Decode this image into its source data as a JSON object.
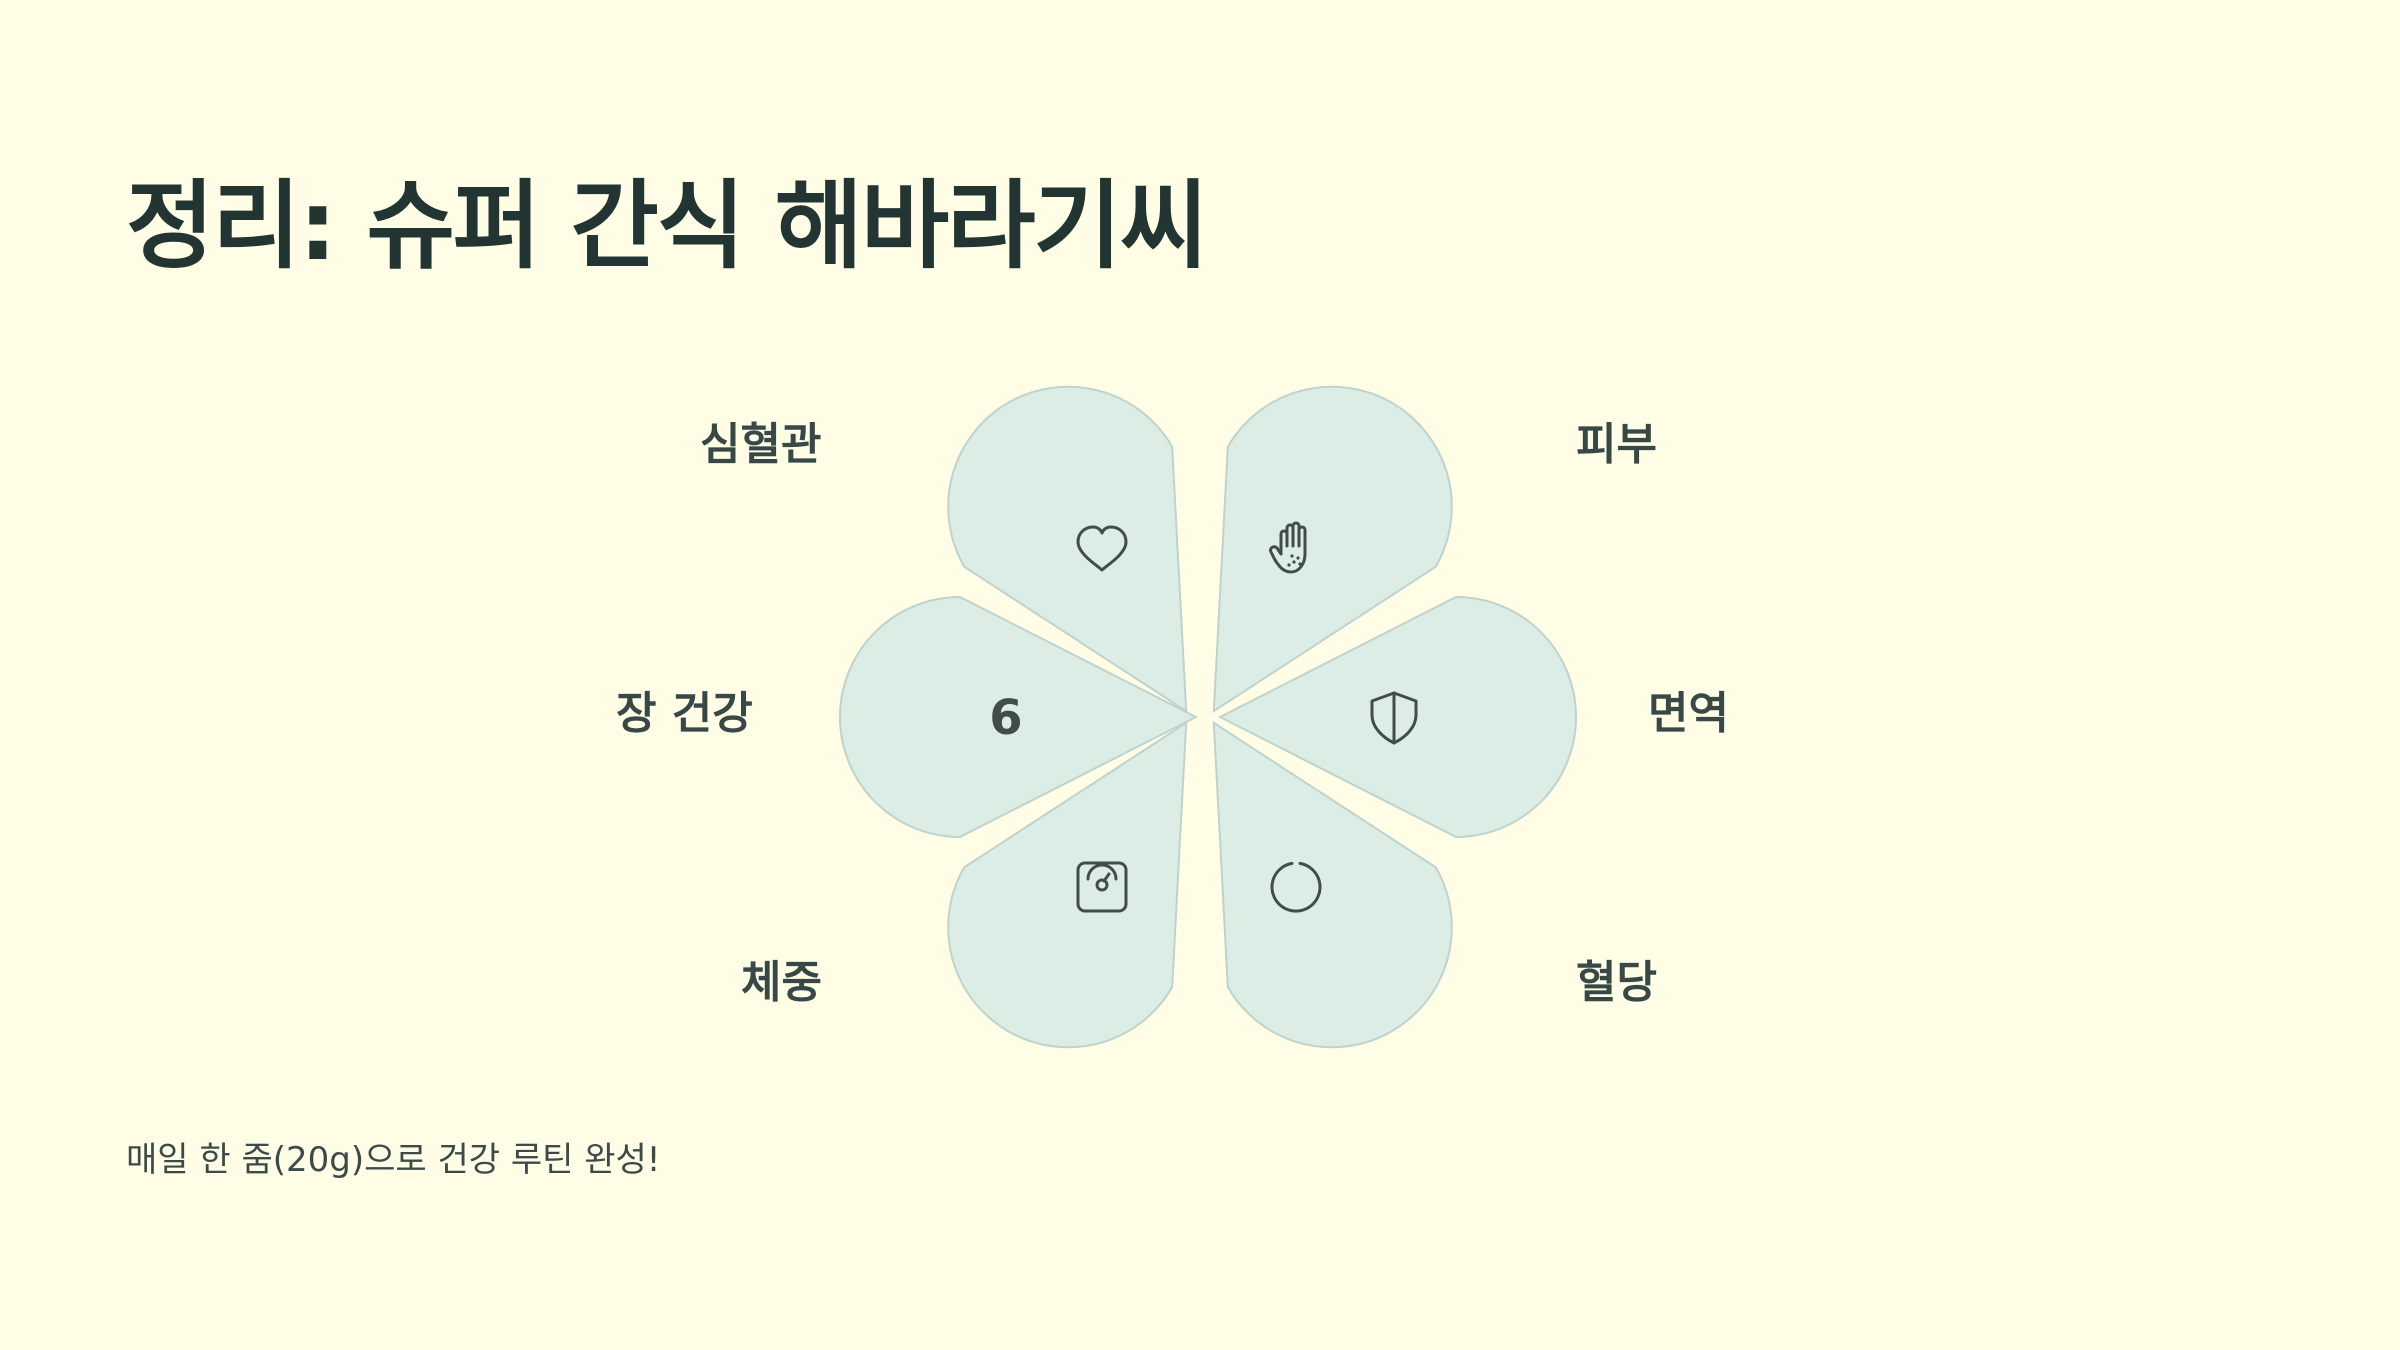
{
  "title": "정리: 슈퍼 간식 해바라기씨",
  "caption": "매일 한 줌(20g)으로 건강 루틴 완성!",
  "benefits": [
    {
      "label": "심혈관",
      "icon": "heart-icon"
    },
    {
      "label": "피부",
      "icon": "hand-icon"
    },
    {
      "label": "면역",
      "icon": "shield-icon"
    },
    {
      "label": "혈당",
      "icon": "circle-icon"
    },
    {
      "label": "체중",
      "icon": "scale-icon"
    },
    {
      "label": "장 건강",
      "icon": "six-glyph",
      "glyph": "6"
    }
  ],
  "colors": {
    "background": "#fffde6",
    "petal_fill": "#dcede6",
    "petal_stroke": "#bfd3cc",
    "text": "#2a3c3a"
  }
}
